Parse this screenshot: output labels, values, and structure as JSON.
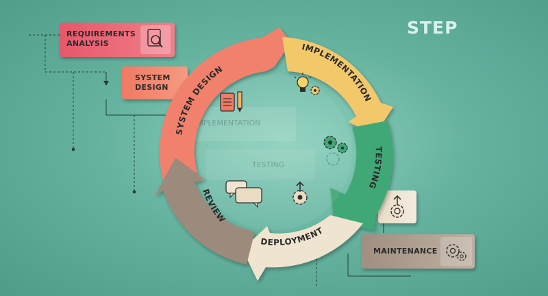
{
  "header": {
    "title": "STEP"
  },
  "cards": {
    "requirements": {
      "line1": "REQUIREMENTS",
      "line2": "ANALYSIS",
      "icon": "magnifier-document-icon"
    },
    "system_design": {
      "line1": "SYSTEM",
      "line2": "DESIGN"
    },
    "deployment_box": {
      "icon": "gear-upload-icon"
    },
    "maintenance": {
      "label": "MAINTENANCE",
      "icon": "gears-icon"
    }
  },
  "cycle": {
    "segments": [
      {
        "label": "SYSTEM DESIGN",
        "color": "#f1816c"
      },
      {
        "label": "IMPLEMENTATION",
        "color": "#f3c86a"
      },
      {
        "label": "TESTING",
        "color": "#3fa876"
      },
      {
        "label": "DEPLOYMENT",
        "color": "#efe4cf"
      },
      {
        "label": "REVIEW",
        "color": "#9c8b7c"
      }
    ],
    "center_icons": [
      "documents-pencil-icon",
      "lightbulb-gear-icon",
      "gears-cluster-icon",
      "chat-bubbles-icon",
      "gear-upload-icon"
    ]
  },
  "background": {
    "ghost_labels": {
      "implementation": "IMPLEMENTATION",
      "testing": "TESTING"
    }
  }
}
